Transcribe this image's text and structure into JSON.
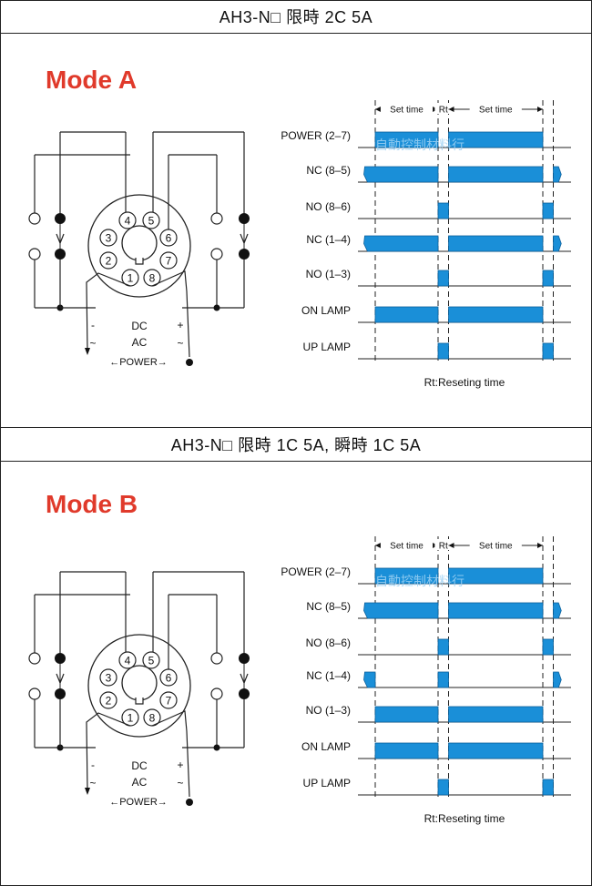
{
  "sections": [
    {
      "header": "AH3-N□ 限時 2C 5A",
      "mode": "Mode A",
      "timing": {
        "labels": {
          "set1": "Set time",
          "rt": "Rt",
          "set2": "Set time"
        },
        "rows": [
          {
            "label": "POWER (2–7)",
            "segs": [
              [
                0.0,
                0.6
              ],
              [
                0.7,
                1.6
              ]
            ]
          },
          {
            "label": "NC (8–5)",
            "segs": [
              [
                -0.1,
                0.6
              ],
              [
                0.7,
                1.6
              ],
              [
                1.7,
                1.75
              ]
            ],
            "skew": true
          },
          {
            "label": "NO (8–6)",
            "segs": [
              [
                0.6,
                0.7
              ],
              [
                1.6,
                1.7
              ]
            ]
          },
          {
            "label": "NC (1–4)",
            "segs": [
              [
                -0.1,
                0.6
              ],
              [
                0.7,
                1.6
              ],
              [
                1.7,
                1.75
              ]
            ],
            "skew": true
          },
          {
            "label": "NO (1–3)",
            "segs": [
              [
                0.6,
                0.7
              ],
              [
                1.6,
                1.7
              ]
            ]
          },
          {
            "label": "ON LAMP",
            "segs": [
              [
                0.0,
                0.6
              ],
              [
                0.7,
                1.6
              ]
            ]
          },
          {
            "label": "UP LAMP",
            "segs": [
              [
                0.6,
                0.7
              ],
              [
                1.6,
                1.7
              ]
            ]
          }
        ],
        "footnote": "Rt:Reseting time",
        "watermark": "自動控制材料行"
      }
    },
    {
      "header": "AH3-N□ 限時 1C 5A, 瞬時 1C 5A",
      "mode": "Mode B",
      "timing": {
        "labels": {
          "set1": "Set time",
          "rt": "Rt",
          "set2": "Set time"
        },
        "rows": [
          {
            "label": "POWER (2–7)",
            "segs": [
              [
                0.0,
                0.6
              ],
              [
                0.7,
                1.6
              ]
            ]
          },
          {
            "label": "NC (8–5)",
            "segs": [
              [
                -0.1,
                0.6
              ],
              [
                0.7,
                1.6
              ],
              [
                1.7,
                1.75
              ]
            ],
            "skew": true
          },
          {
            "label": "NO (8–6)",
            "segs": [
              [
                0.6,
                0.7
              ],
              [
                1.6,
                1.7
              ]
            ]
          },
          {
            "label": "NC (1–4)",
            "segs": [
              [
                -0.1,
                0.0
              ],
              [
                0.6,
                0.7
              ],
              [
                1.7,
                1.75
              ]
            ],
            "skew": true
          },
          {
            "label": "NO (1–3)",
            "segs": [
              [
                0.0,
                0.6
              ],
              [
                0.7,
                1.6
              ]
            ]
          },
          {
            "label": "ON LAMP",
            "segs": [
              [
                0.0,
                0.6
              ],
              [
                0.7,
                1.6
              ]
            ]
          },
          {
            "label": "UP LAMP",
            "segs": [
              [
                0.6,
                0.7
              ],
              [
                1.6,
                1.7
              ]
            ]
          }
        ],
        "footnote": "Rt:Reseting time",
        "watermark": "自動控制材料行"
      }
    }
  ],
  "wiring": {
    "pins": [
      "1",
      "2",
      "3",
      "4",
      "5",
      "6",
      "7",
      "8"
    ],
    "dc_label": "DC",
    "ac_label": "AC",
    "minus": "-",
    "plus": "+",
    "tilde": "~",
    "power_label": "←POWER→"
  },
  "colors": {
    "pulse": "#1a8fd8",
    "title_red": "#e03a2b",
    "line": "#222222"
  }
}
